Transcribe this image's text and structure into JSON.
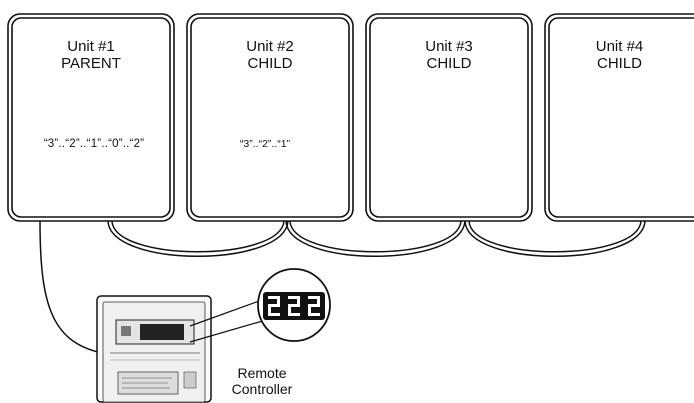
{
  "units": [
    {
      "id": "unit1",
      "title": "Unit #1",
      "role": "PARENT",
      "sequence": "“3”..“2”..“1”..“0”..“2”"
    },
    {
      "id": "unit2",
      "title": "Unit #2",
      "role": "CHILD",
      "sequence": "“3”..“2”..“1”"
    },
    {
      "id": "unit3",
      "title": "Unit #3",
      "role": "CHILD"
    },
    {
      "id": "unit4",
      "title": "Unit #4",
      "role": "CHILD"
    }
  ],
  "remote": {
    "label_line1": "Remote",
    "label_line2": "Controller",
    "zoom_display_icon": "seven-segment-display-icon"
  },
  "colors": {
    "line": "#111111",
    "panel": "#f2f2f2",
    "background": "#ffffff"
  }
}
